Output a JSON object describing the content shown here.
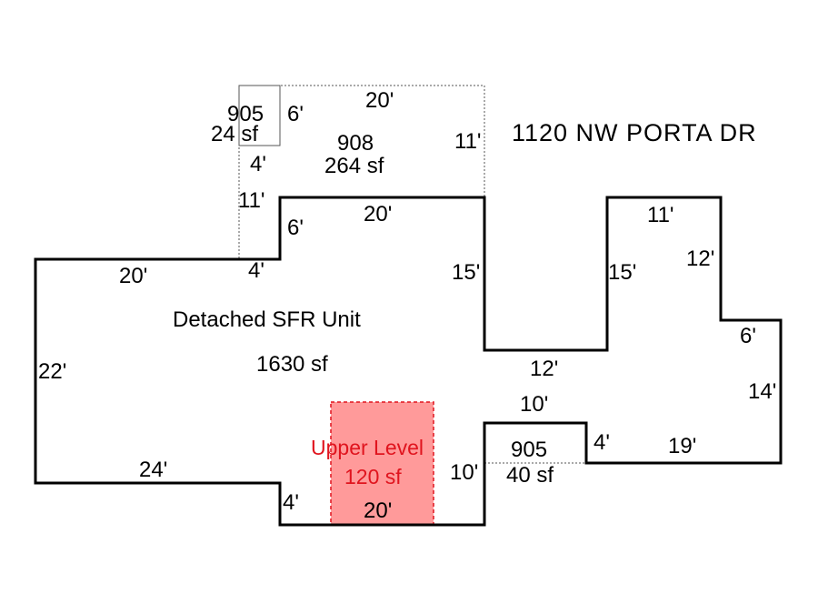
{
  "address": "1120 NW PORTA DR",
  "main_unit": {
    "name": "Detached SFR Unit",
    "area": "1630 sf",
    "dimensions": {
      "top_left": "20'",
      "left": "22'",
      "bottom_left": "24'",
      "step_down": "4'",
      "bottom_mid": "20'",
      "step_up_a": "4'",
      "notch_top": "6'",
      "notch_left": "11'",
      "top_center": "20'",
      "inner_left": "15'",
      "inner_bottom": "12'",
      "inner_right": "15'",
      "wing_top": "11'",
      "wing_right_upper": "12'",
      "wing_step": "6'",
      "wing_right_lower": "14'",
      "wing_bottom": "19'"
    }
  },
  "addition_908": {
    "code": "908",
    "area": "264 sf",
    "top": "20'",
    "right": "11'",
    "left_lower": "4'"
  },
  "addition_905_top": {
    "code": "905",
    "area": "24 sf",
    "side": "6'"
  },
  "addition_905_bottom": {
    "code": "905",
    "area": "40 sf",
    "top": "10'",
    "left": "10'",
    "right": "4'"
  },
  "upper_level": {
    "title": "Upper Level",
    "area": "120 sf",
    "fill_color": "#ff9a9a",
    "border_color": "#e0141e"
  }
}
